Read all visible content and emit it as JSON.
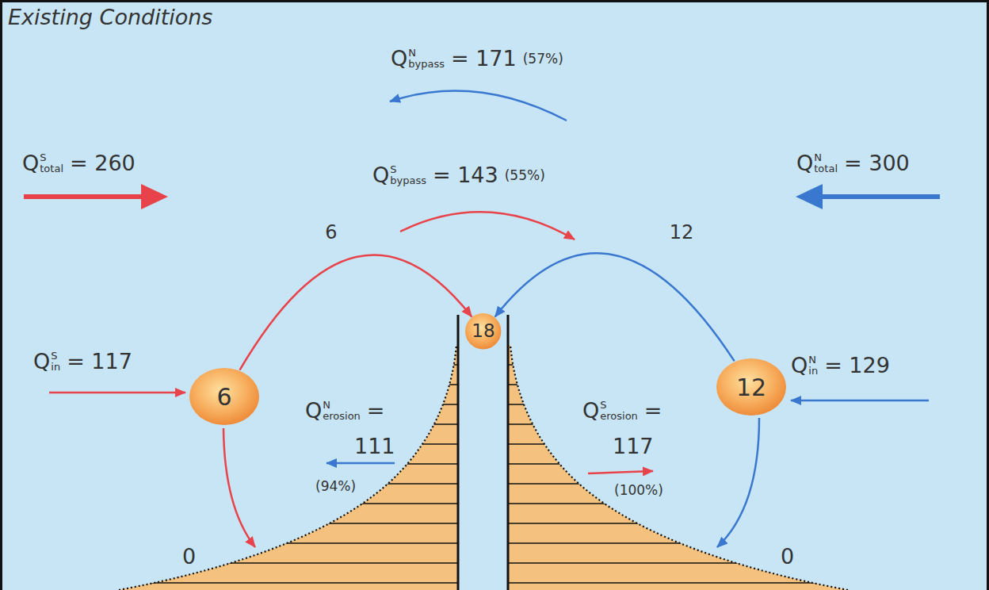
{
  "diagram": {
    "title": "Existing Conditions",
    "nodes": [
      {
        "text": [
          "18"
        ]
      },
      {
        "text": [
          "6"
        ]
      },
      {
        "text": [
          "12"
        ]
      }
    ],
    "edges": [
      {
        "from": 1,
        "to": 0,
        "arrow": "to",
        "label": "6"
      },
      {
        "from": 2,
        "to": 0,
        "arrow": "to",
        "label": "12"
      }
    ],
    "labels": [
      "Q",
      "N",
      "bypass",
      "= 171",
      "(57%)",
      "Q",
      "S",
      "bypass",
      "= 143",
      "(55%)",
      "Q",
      "S",
      "total",
      "= 260",
      "Q",
      "N",
      "total",
      "= 300",
      "Q",
      "S",
      "in",
      "= 117",
      "Q",
      "N",
      "in",
      "= 129",
      "Q",
      "N",
      "erosion",
      "=",
      "111",
      "(94%)",
      "Q",
      "S",
      "erosion",
      "=",
      "117",
      "(100%)",
      "0",
      "0"
    ]
  }
}
